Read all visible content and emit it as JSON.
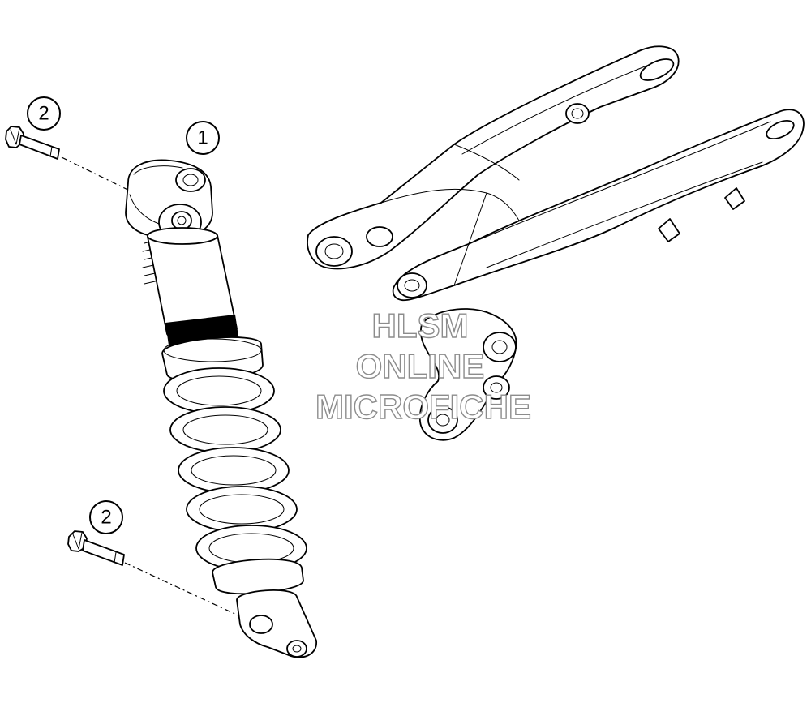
{
  "callouts": {
    "shock_absorber": "1",
    "bolt_top": "2",
    "bolt_bottom": "2"
  },
  "watermark": {
    "line1": "HLSM",
    "line2": "ONLINE",
    "line3": "MICROFICHE"
  },
  "colors": {
    "ink": "#000000",
    "watermark_outline": "#8c8c8c",
    "background": "#ffffff"
  }
}
